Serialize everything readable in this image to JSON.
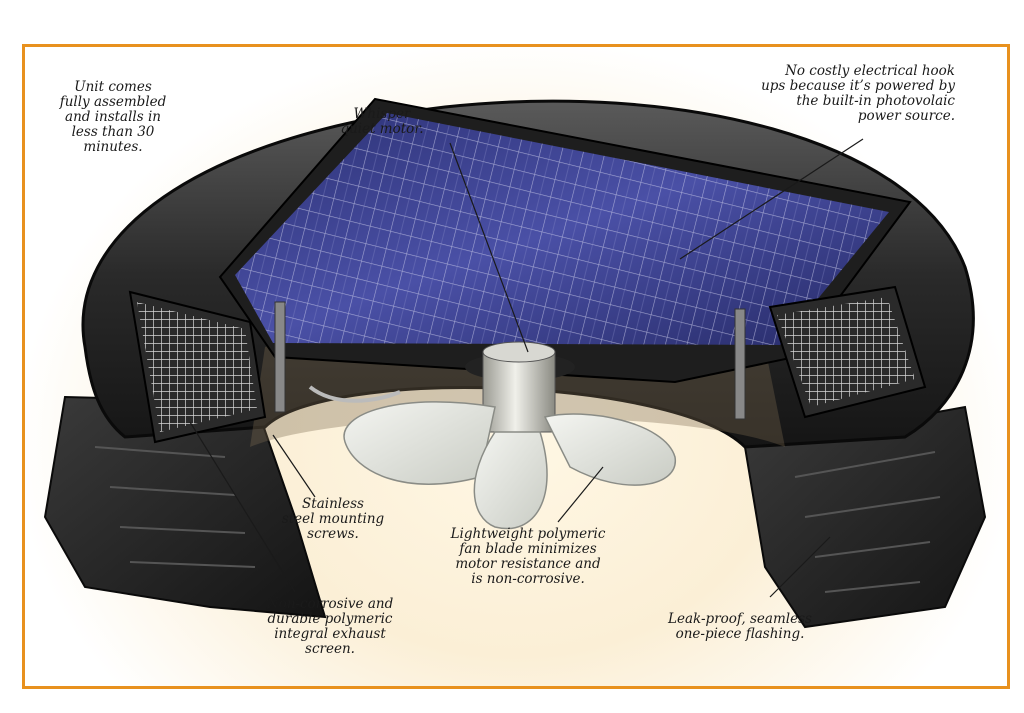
{
  "callouts": {
    "assembled": "Unit comes\nfully assembled\nand installs in\nless than 30\nminutes.",
    "motor": "Whisper\nquiet motor.",
    "electrical": "No costly electrical hook\nups because it’s powered by\nthe built-in photovolaic\npower source.",
    "screws": "Stainless\nsteel mounting\nscrews.",
    "blade": "Lightweight polymeric\nfan blade minimizes\nmotor resistance and\nis non-corrosive.",
    "screen": "Non-corrosive and\ndurable polymeric\nintegral exhaust\nscreen.",
    "flashing": "Leak-proof, seamless\none-piece flashing."
  },
  "colors": {
    "frame_border": "#e8911e",
    "housing": "#2b2b2b",
    "solar_cell": "#3b3f8c",
    "blade": "#e9ebe6"
  }
}
